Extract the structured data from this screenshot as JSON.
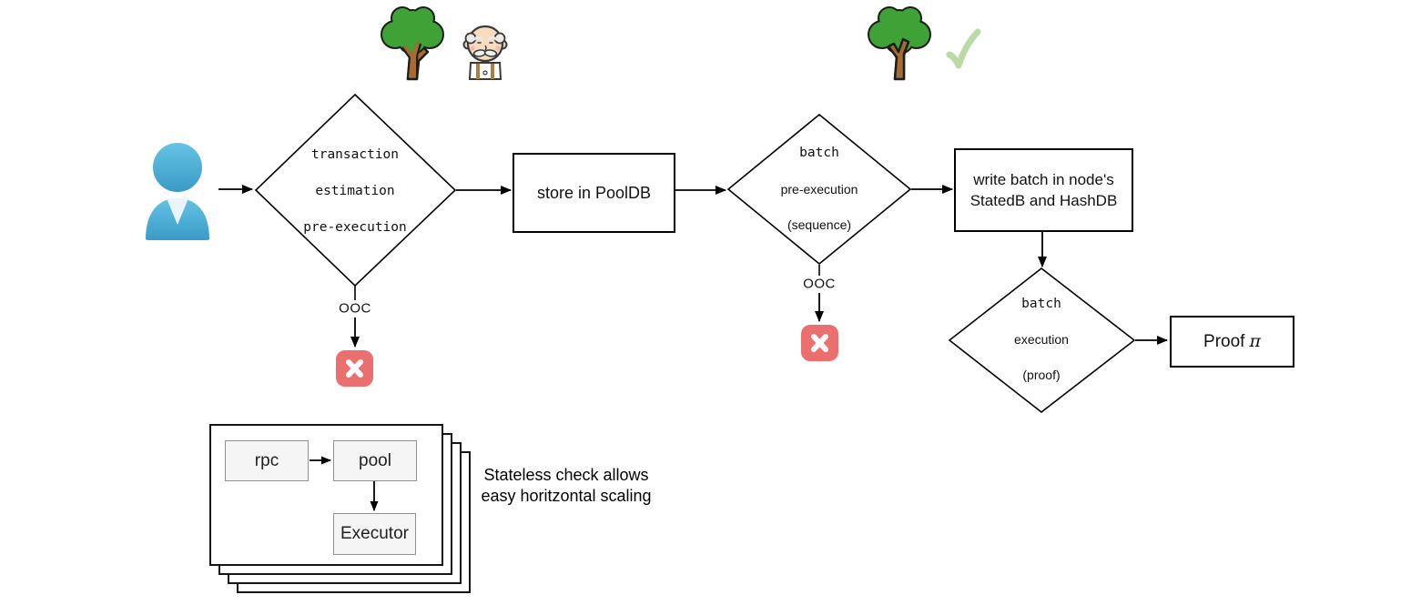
{
  "flow": {
    "tx_diamond": {
      "line1": "transaction",
      "line2": "estimation",
      "line3": "pre-execution"
    },
    "ooc_label_1": "OOC",
    "pooldb_box": "store in PoolDB",
    "batch_diamond": {
      "line1": "batch",
      "line2": "pre-execution",
      "line3": "(sequence)"
    },
    "ooc_label_2": "OOC",
    "writebatch_box": "write batch in node's StatedB and HashDB",
    "exec_diamond": {
      "line1": "batch",
      "line2": "execution",
      "line3": "(proof)"
    },
    "proof_box": {
      "text": "Proof",
      "symbol": "π"
    }
  },
  "cluster": {
    "rpc": "rpc",
    "pool": "pool",
    "executor": "Executor"
  },
  "caption": {
    "line1": "Stateless check allows",
    "line2": "easy horitzontal scaling"
  },
  "icons": {
    "person": "person-icon",
    "tree_1": "tree-icon",
    "old_man": "old-man-icon",
    "tree_2": "tree-icon",
    "check": "check-mark-icon",
    "cross_1": "cross-mark-icon",
    "cross_2": "cross-mark-icon"
  },
  "colors": {
    "line": "#000000",
    "cross_red": "#ec6f6f",
    "person_blue": "#4fb3d9",
    "tree_green": "#3fa237",
    "trunk_brown": "#a66a33",
    "check_green": "#b9dca6",
    "cluster_box_bg": "#f5f5f5"
  }
}
